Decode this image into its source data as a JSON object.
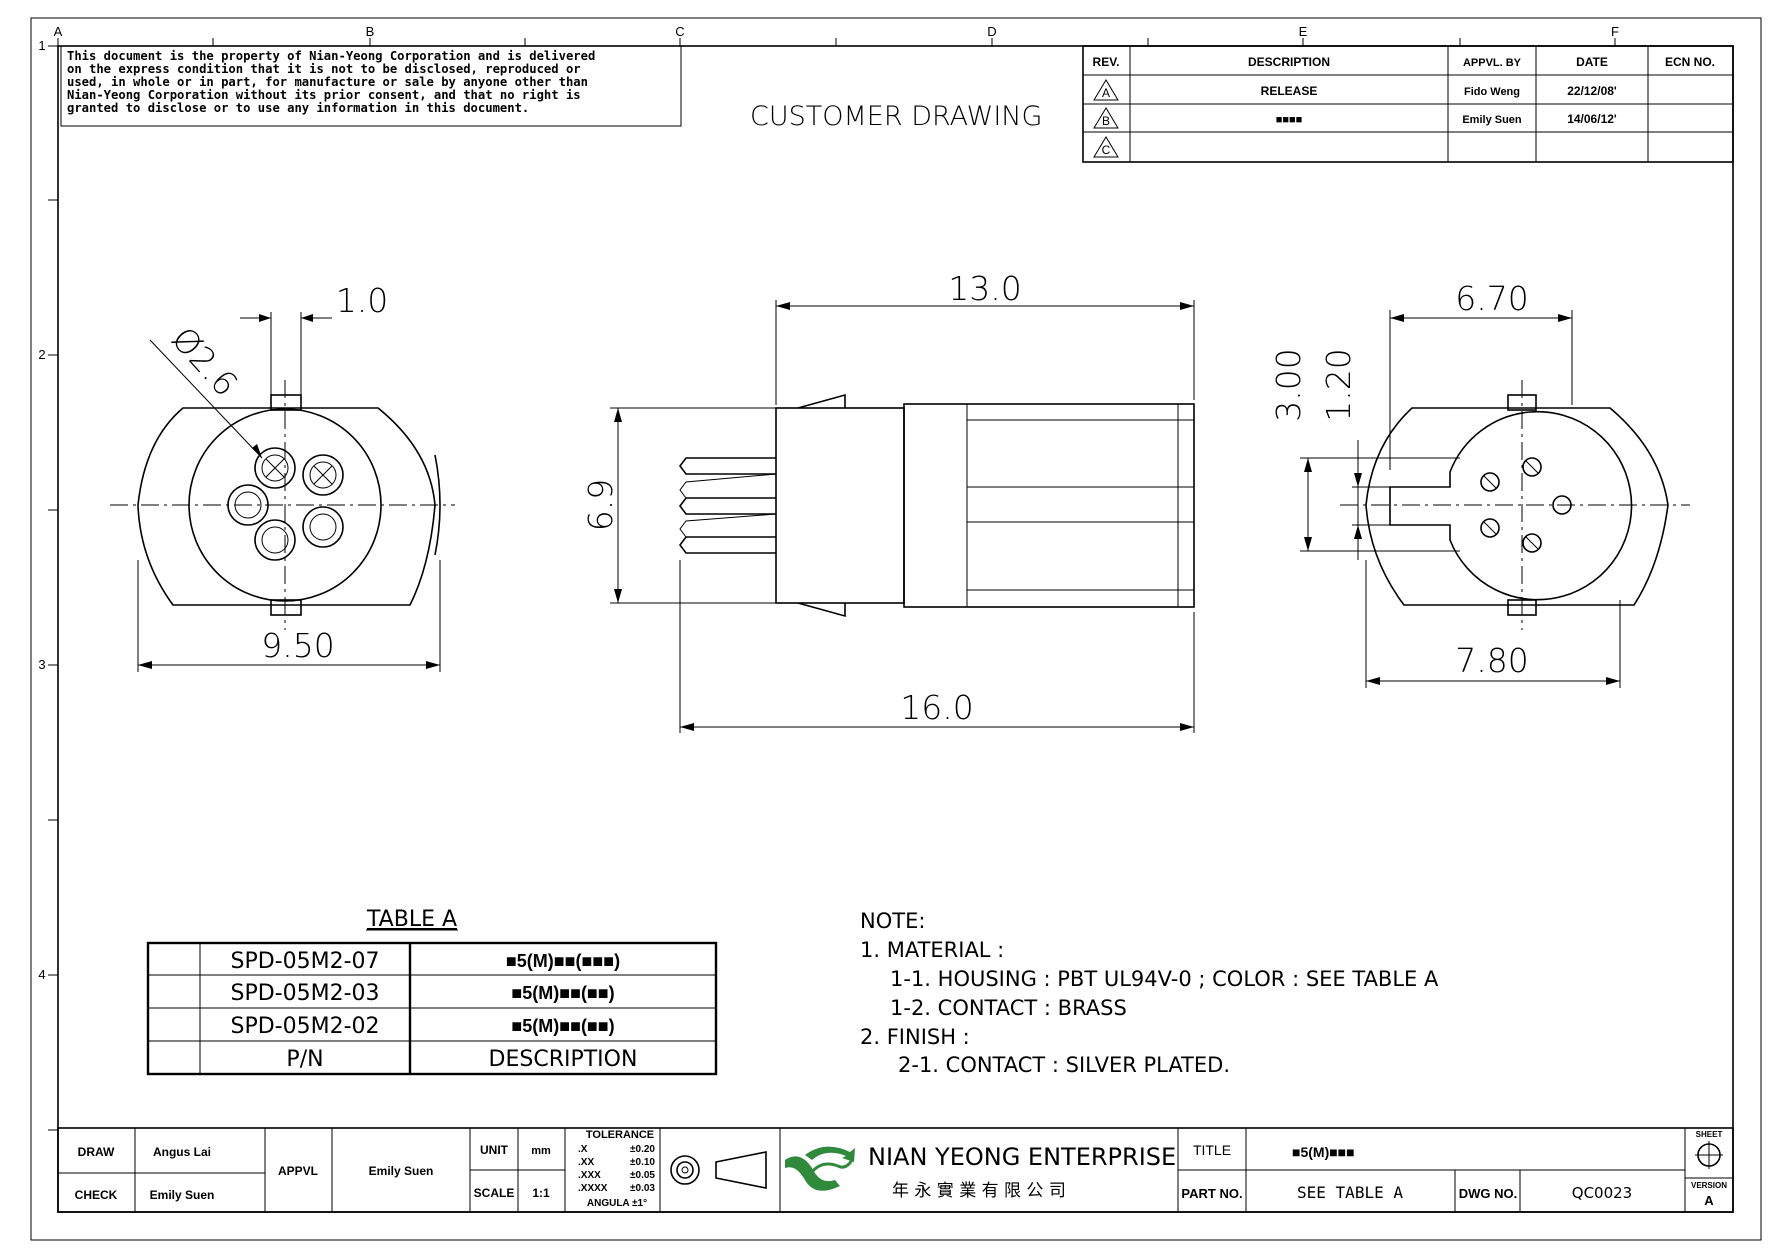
{
  "frame": {
    "zone_letters": [
      "A",
      "B",
      "C",
      "D",
      "E",
      "F"
    ],
    "zone_numbers": [
      "1",
      "2",
      "3",
      "4"
    ]
  },
  "notice": {
    "lines": [
      "This document is the property of Nian-Yeong Corporation and is delivered",
      "on  the  express condition that it is not to be disclosed, reproduced or",
      "used, in whole or in part, for manufacture or sale by anyone other than",
      "Nian-Yeong Corporation without  its prior consent, and that  no right  is",
      "granted to disclose or to use any information in this  document."
    ]
  },
  "header": {
    "title": "CUSTOMER  DRAWING"
  },
  "revisions": {
    "headers": [
      "REV.",
      "DESCRIPTION",
      "APPVL. BY",
      "DATE",
      "ECN NO."
    ],
    "rows": [
      {
        "rev": "A",
        "description": "RELEASE",
        "appvl": "Fido Weng",
        "date": "22/12/08'",
        "ecn": ""
      },
      {
        "rev": "B",
        "description": "■■■■",
        "appvl": "Emily Suen",
        "date": "14/06/12'",
        "ecn": ""
      },
      {
        "rev": "C",
        "description": "",
        "appvl": "",
        "date": "",
        "ecn": ""
      }
    ]
  },
  "dimensions": {
    "front_width": "9.50",
    "front_key": "1.0",
    "front_dia": "Ø2.6",
    "side_top": "13.0",
    "side_height": "6.9",
    "side_total": "16.0",
    "rear_top": "6.70",
    "rear_left_outer": "3.00",
    "rear_left_inner": "1.20",
    "rear_bottom": "7.80"
  },
  "table_a": {
    "title": "TABLE A",
    "rows": [
      {
        "pn": "SPD-05M2-07",
        "desc": "■5(M)■■(■■■)"
      },
      {
        "pn": "SPD-05M2-03",
        "desc": "■5(M)■■(■■)"
      },
      {
        "pn": "SPD-05M2-02",
        "desc": "■5(M)■■(■■)"
      }
    ],
    "header_pn": "P/N",
    "header_desc": "DESCRIPTION"
  },
  "notes": {
    "lines": [
      "NOTE:",
      "1.  MATERIAL  :",
      "1-1.  HOUSING  :  PBT  UL94V-0  ;  COLOR  :  SEE  TABLE  A",
      "1-2.  CONTACT  :  BRASS",
      "2.  FINISH  :",
      "2-1.  CONTACT  :  SILVER  PLATED."
    ]
  },
  "title_block": {
    "draw_label": "DRAW",
    "draw_value": "Angus Lai",
    "check_label": "CHECK",
    "check_value": "Emily Suen",
    "appvl_label": "APPVL",
    "appvl_value": "Emily Suen",
    "unit_label": "UNIT",
    "unit_value": "mm",
    "scale_label": "SCALE",
    "scale_value": "1:1",
    "tolerance_title": "TOLERANCE",
    "tolerances": [
      {
        "k": ".X",
        "v": "±0.20"
      },
      {
        "k": ".XX",
        "v": "±0.10"
      },
      {
        "k": ".XXX",
        "v": "±0.05"
      },
      {
        "k": ".XXXX",
        "v": "±0.03"
      }
    ],
    "angula": "ANGULA  ±1°",
    "company_name": "NIAN YEONG ENTERPRISE",
    "company_chinese": "年 永 實 業 有 限 公 司",
    "title_label": "TITLE",
    "title_value": "■5(M)■■■",
    "part_label": "PART NO.",
    "part_value": "SEE  TABLE  A",
    "dwg_label": "DWG NO.",
    "dwg_value": "QC0023",
    "sheet_label": "SHEET",
    "version_label": "VERSION",
    "version_value": "A"
  },
  "colors": {
    "logo_green": "#2f8a3c",
    "line": "#000000"
  }
}
